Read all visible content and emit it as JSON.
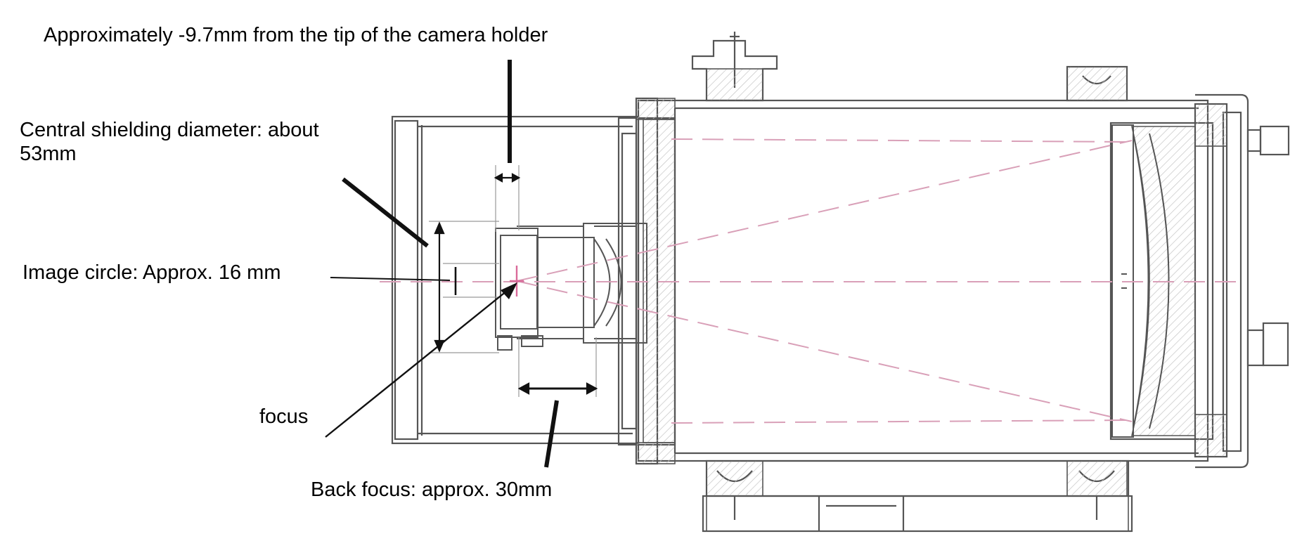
{
  "labels": {
    "tip_offset": "Approximately -9.7mm from the tip of the camera holder",
    "central_shielding_line1": "Central shielding diameter: about",
    "central_shielding_line2": "53mm",
    "image_circle": "Image circle: Approx. 16 mm",
    "focus": "focus",
    "back_focus": "Back focus: approx. 30mm"
  },
  "colors": {
    "outline": "#555555",
    "arrow": "#111111",
    "ray": "#d9a0b8",
    "hatch": "#bbbbbb"
  }
}
